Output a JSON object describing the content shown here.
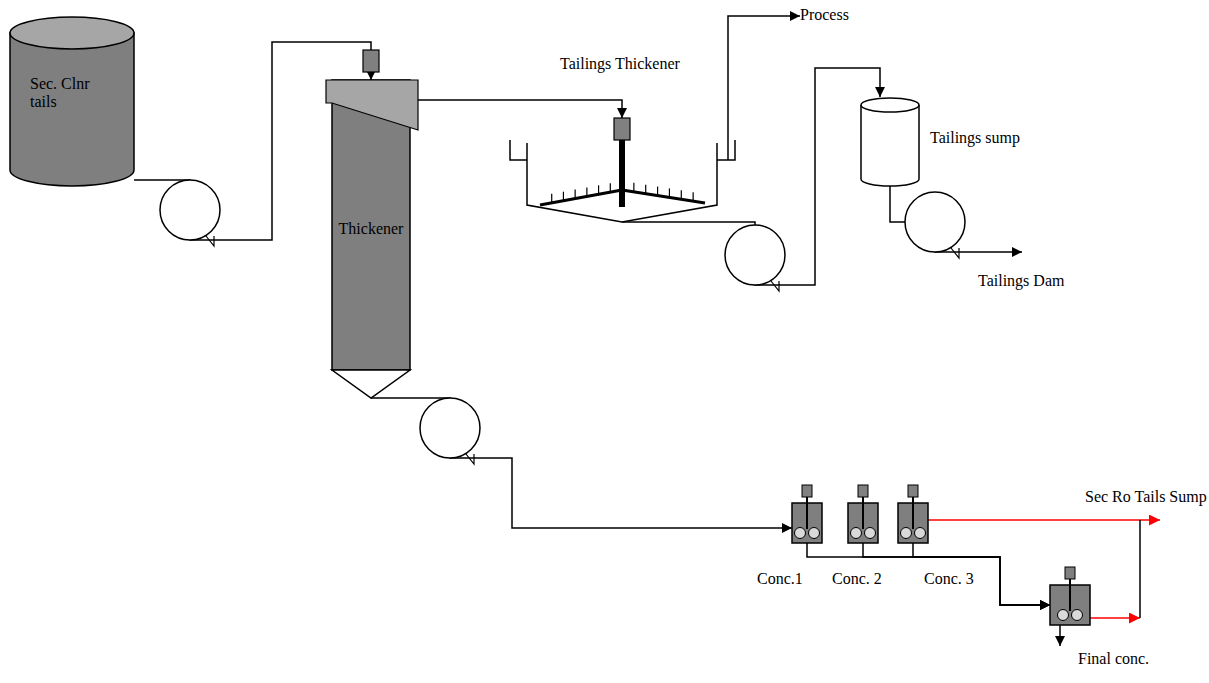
{
  "diagram": {
    "nodes": [
      {
        "text": [
          "Sec. Clnr tails"
        ]
      },
      {
        "text": [
          "Thickener"
        ]
      },
      {
        "text": [
          "Tailings Thickener"
        ]
      },
      {
        "text": [
          "Process"
        ]
      },
      {
        "text": [
          "Tailings sump"
        ]
      },
      {
        "text": [
          "Tailings Dam"
        ]
      },
      {
        "text": [
          "Conc.1"
        ]
      },
      {
        "text": [
          "Conc. 2"
        ]
      },
      {
        "text": [
          "Conc. 3"
        ]
      },
      {
        "text": [
          "Final conc."
        ]
      },
      {
        "text": [
          "Sec Ro Tails Sump"
        ]
      }
    ],
    "edges": [
      {
        "from": 0,
        "to": 1,
        "arrow": "to"
      },
      {
        "from": 1,
        "to": 2,
        "arrow": "to"
      },
      {
        "from": 2,
        "to": 3,
        "arrow": "to"
      },
      {
        "from": 2,
        "to": 4,
        "arrow": "to"
      },
      {
        "from": 4,
        "to": 5,
        "arrow": "to"
      },
      {
        "from": 1,
        "to": 6,
        "arrow": "to"
      },
      {
        "from": 6,
        "to": 9,
        "arrow": "to"
      },
      {
        "from": 7,
        "to": 9,
        "arrow": "to"
      },
      {
        "from": 8,
        "to": 9,
        "arrow": "to"
      },
      {
        "from": 8,
        "to": 10,
        "arrow": "to"
      },
      {
        "from": 9,
        "to": 10,
        "arrow": "to"
      }
    ]
  }
}
